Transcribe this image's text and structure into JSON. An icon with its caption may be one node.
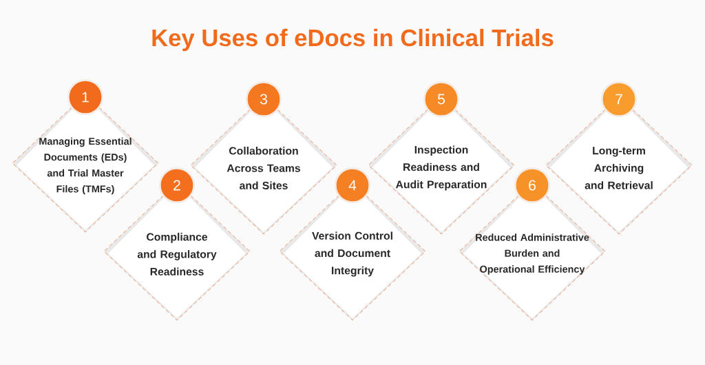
{
  "diagram": {
    "title": "Key Uses of eDocs in Clinical Trials",
    "nodes": [
      {
        "text": [
          "1"
        ]
      },
      {
        "text": [
          "Managing Essential Documents (EDs) and Trial Master Files (TMFs)"
        ]
      },
      {
        "text": [
          "2"
        ]
      },
      {
        "text": [
          "Compliance and Regulatory Readiness"
        ]
      },
      {
        "text": [
          "3"
        ]
      },
      {
        "text": [
          "Collaboration Across Teams and Sites"
        ]
      },
      {
        "text": [
          "4"
        ]
      },
      {
        "text": [
          "Version Control and Document Integrity"
        ]
      },
      {
        "text": [
          "5"
        ]
      },
      {
        "text": [
          "Inspection Readiness and Audit Preparation"
        ]
      },
      {
        "text": [
          "6"
        ]
      },
      {
        "text": [
          "Reduced Administrative Burden and Operational Efficiency"
        ]
      },
      {
        "text": [
          "7"
        ]
      },
      {
        "text": [
          "Long-term Archiving and Retrieval"
        ]
      }
    ]
  }
}
